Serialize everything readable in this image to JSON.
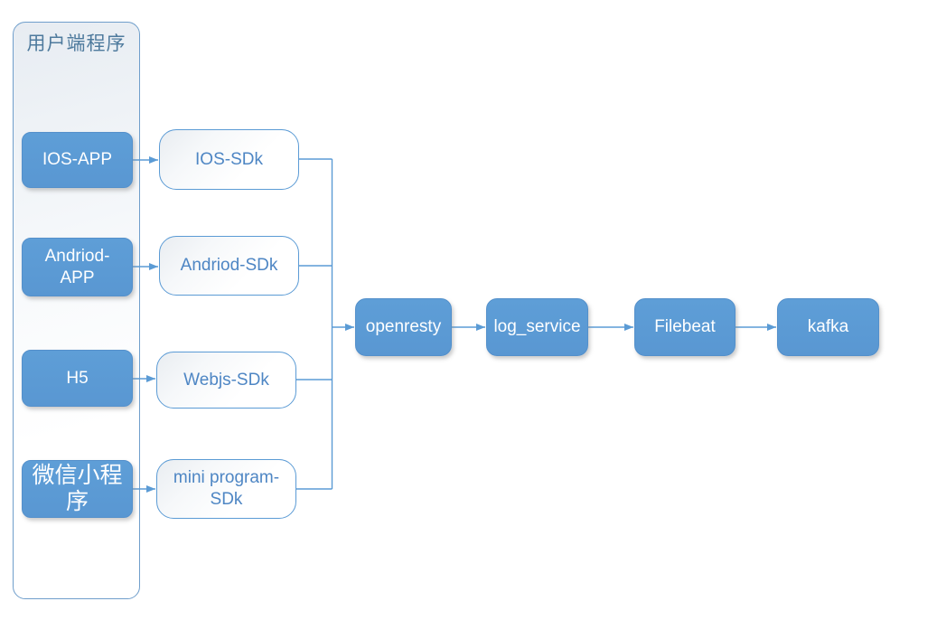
{
  "diagram": {
    "client_group": {
      "title": "用户端程序"
    },
    "clients": [
      {
        "id": "ios-app",
        "label": "IOS-APP"
      },
      {
        "id": "andriod-app",
        "label": "Andriod-\nAPP"
      },
      {
        "id": "h5",
        "label": "H5"
      },
      {
        "id": "wechat-mini-program",
        "label": "微信小程\n序"
      }
    ],
    "sdks": [
      {
        "id": "ios-sdk",
        "label": "IOS-SDk"
      },
      {
        "id": "andriod-sdk",
        "label": "Andriod-SDk"
      },
      {
        "id": "webjs-sdk",
        "label": "Webjs-SDk"
      },
      {
        "id": "mini-program-sdk",
        "label": "mini program-\nSDk"
      }
    ],
    "pipeline": [
      {
        "id": "openresty",
        "label": "openresty"
      },
      {
        "id": "log-service",
        "label": "log_service"
      },
      {
        "id": "filebeat",
        "label": "Filebeat"
      },
      {
        "id": "kafka",
        "label": "kafka"
      }
    ],
    "colors": {
      "node_fill": "#5B9BD5",
      "node_text": "#FFFFFF",
      "outline_node_text": "#4E86C4",
      "outline_node_border": "#5B9BD5",
      "connector": "#5B9BD5",
      "group_border": "#6F9ECB",
      "group_title_text": "#4E7A9D"
    }
  }
}
